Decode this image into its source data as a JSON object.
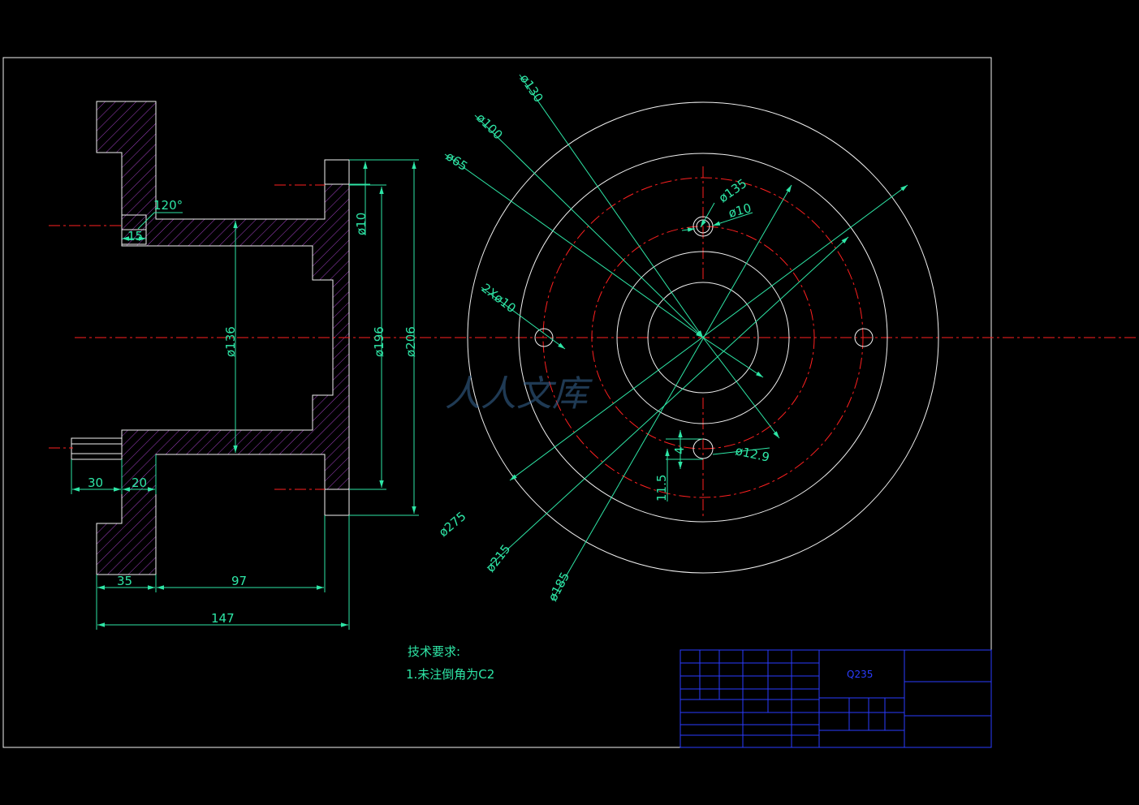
{
  "section_view": {
    "d136": "ø136",
    "d196": "ø196",
    "d206": "ø206",
    "d10": "ø10",
    "angle": "120°",
    "len15": "15",
    "len30": "30",
    "len20": "20",
    "len35": "35",
    "len97": "97",
    "len147": "147"
  },
  "end_view": {
    "d130": "ø130",
    "d100": "ø100",
    "d65": "ø65",
    "holes2": "2Xø10",
    "d135": "ø135",
    "d10": "ø10",
    "d12_9": "ø12.9",
    "len4": "4",
    "len11_5": "11.5",
    "d275": "ø275",
    "d215": "ø215",
    "d185": "ø185"
  },
  "tech_requirements": {
    "title": "技术要求:",
    "item1": "1.未注倒角为C2"
  },
  "title_block": {
    "material": "Q235"
  },
  "watermark": {
    "brand": "人人文库"
  },
  "colors": {
    "background": "#000000",
    "outline": "#f2f2f2",
    "dimension": "#2ee6a6",
    "centerline": "#ff2020",
    "hatch": "#a040c0",
    "title_block": "#2a3cff"
  }
}
